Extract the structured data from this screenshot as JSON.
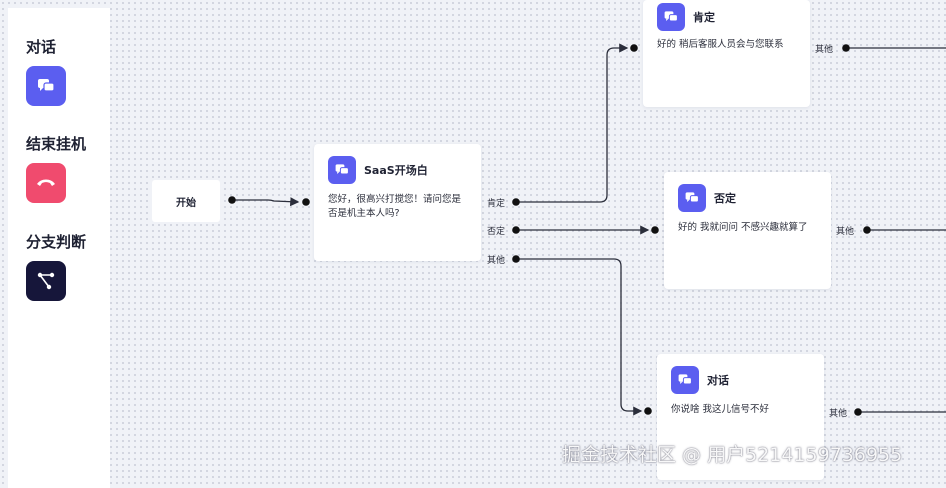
{
  "sidebar": {
    "tools": [
      {
        "label": "对话",
        "icon": "chat-bubbles-icon",
        "color": "#5b5ef0"
      },
      {
        "label": "结束挂机",
        "icon": "hang-up-icon",
        "color": "#f04b6e"
      },
      {
        "label": "分支判断",
        "icon": "branch-icon",
        "color": "#16163a"
      }
    ]
  },
  "flow": {
    "start": {
      "label": "开始"
    },
    "opening": {
      "title": "SaaS开场白",
      "text": "您好，很高兴打搅您！请问您是否是机主本人吗?",
      "ports": [
        "肯定",
        "否定",
        "其他"
      ]
    },
    "positive": {
      "title": "肯定",
      "text": "好的 稍后客服人员会与您联系",
      "port": "其他"
    },
    "negative": {
      "title": "否定",
      "text": "好的 我就问问 不感兴趣就算了",
      "port": "其他"
    },
    "other": {
      "title": "对话",
      "text": "你说啥 我这儿信号不好",
      "port": "其他"
    }
  },
  "watermark": "掘金技术社区 @ 用户5214159736955"
}
